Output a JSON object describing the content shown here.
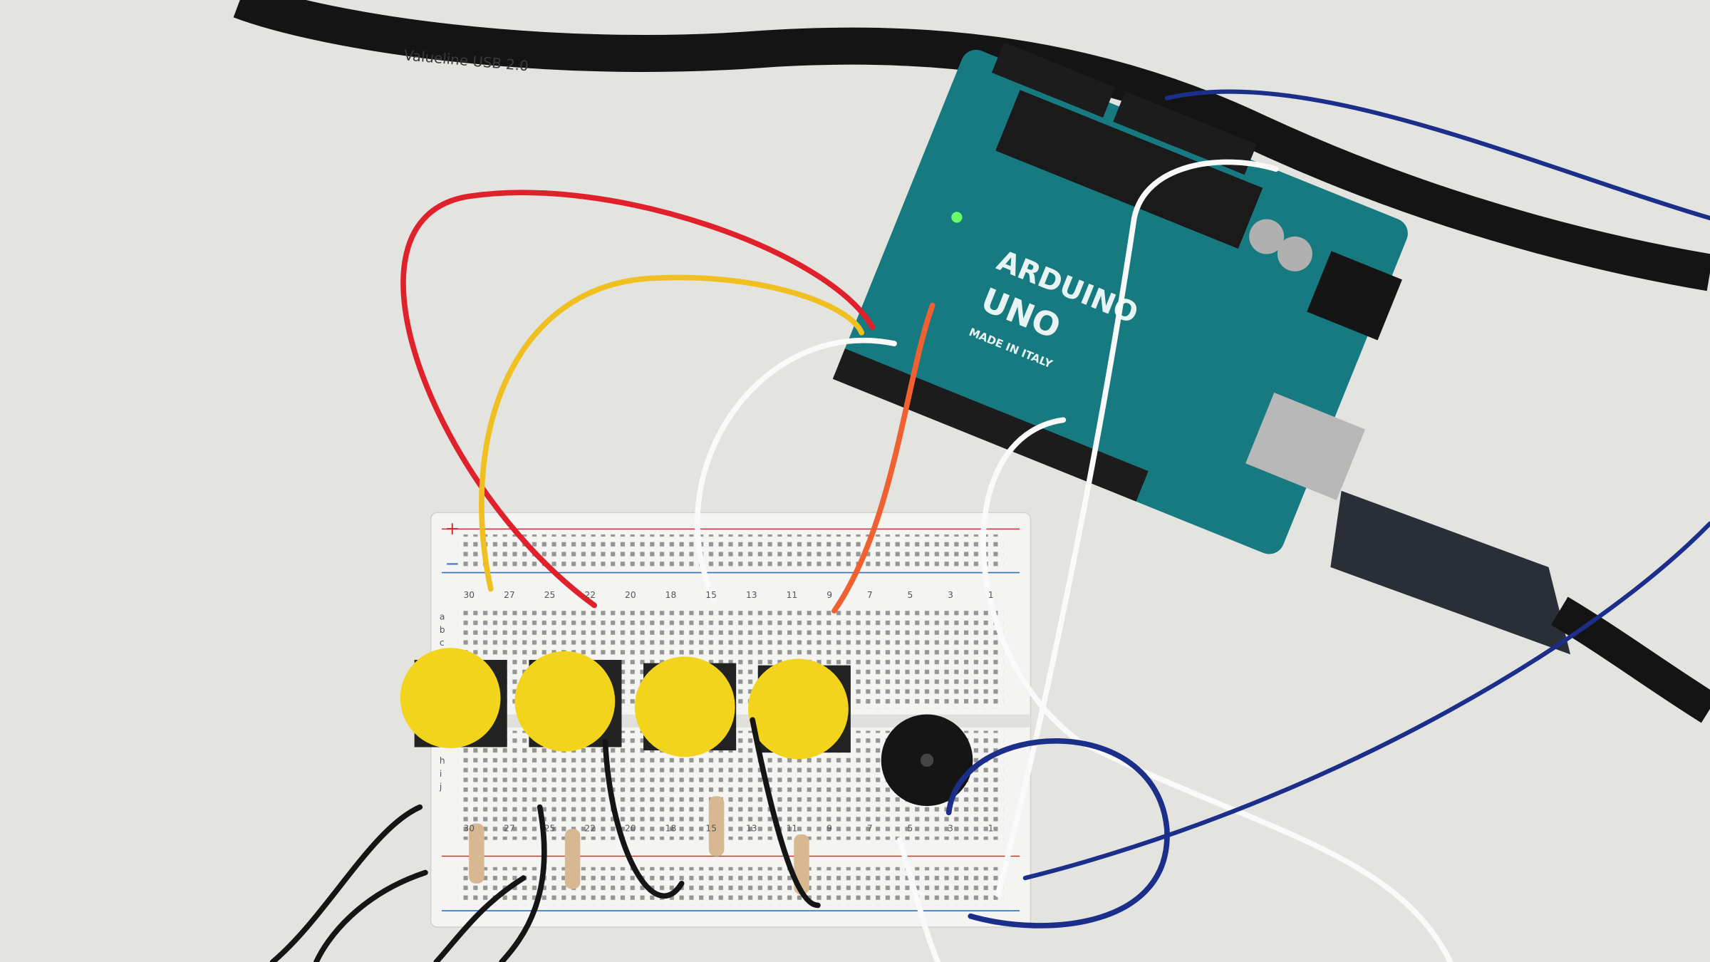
{
  "scene": {
    "background_color": "#e3e3df",
    "cable_text": "Valueline  USB  2.0",
    "board": {
      "brand": "ARDUINO",
      "model": "UNO",
      "origin": "MADE IN ITALY",
      "color": "#167a80"
    },
    "breadboard": {
      "plus": "+",
      "minus": "−",
      "column_numbers": [
        "30",
        "27",
        "25",
        "22",
        "20",
        "18",
        "15",
        "13",
        "11",
        "9",
        "7",
        "5",
        "3",
        "1"
      ],
      "row_letters_top": [
        "a",
        "b",
        "c"
      ],
      "row_letters_bottom": [
        "h",
        "i",
        "j"
      ]
    },
    "button_color": "#f2d41c",
    "wire_colors": {
      "red": "#e0202a",
      "yellow": "#f0c020",
      "orange": "#f06030",
      "white": "#f8f8f8",
      "blue": "#1a2e8a",
      "black": "#151515"
    }
  }
}
